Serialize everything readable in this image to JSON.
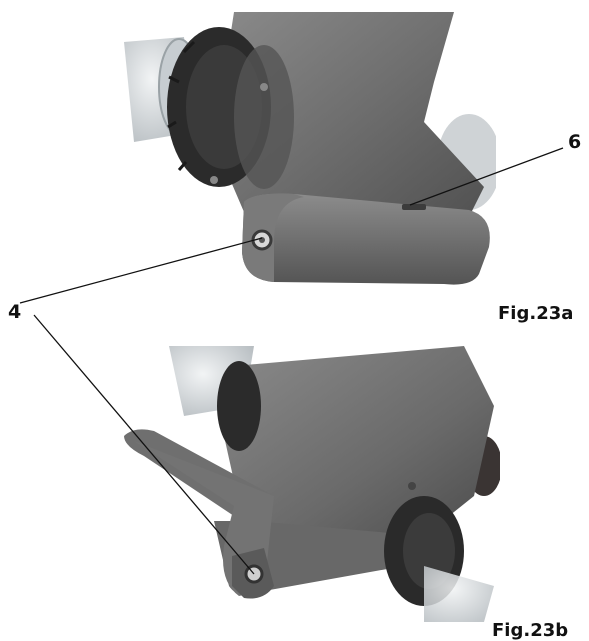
{
  "callouts": {
    "label_4": "4",
    "label_6": "6"
  },
  "figures": {
    "top": {
      "caption": "Fig.23a"
    },
    "bottom": {
      "caption": "Fig.23b"
    }
  },
  "colors": {
    "body_grey": "#6e6e6e",
    "shadow_grey": "#4a4a4a",
    "highlight_grey": "#9a9a9a",
    "dark_ring": "#2a2a2a",
    "clear_plastic": "#d9dde0",
    "leader_line": "#111111"
  },
  "icons": {
    "top_photo": "appliance-handle-photo",
    "bottom_photo": "appliance-handle-folded-photo"
  }
}
